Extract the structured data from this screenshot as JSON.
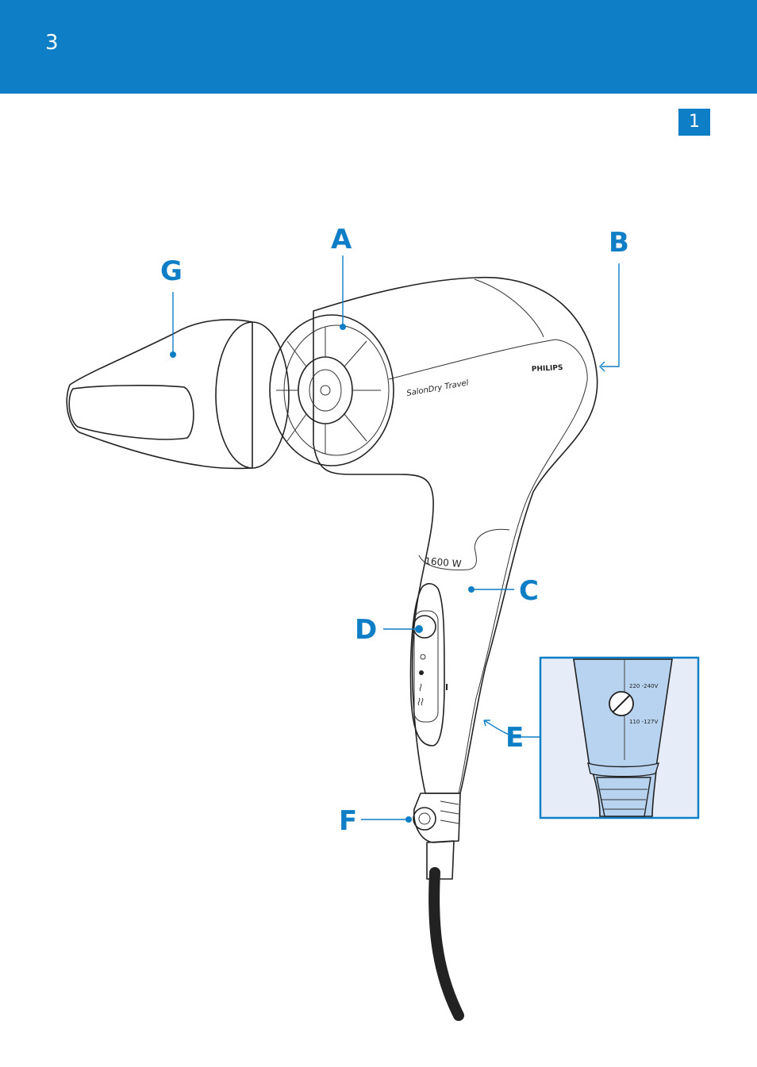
{
  "header": {
    "page_number": "3"
  },
  "figure": {
    "number": "1"
  },
  "product": {
    "brand": "PHILIPS",
    "model": "SalonDry Travel",
    "power": "1600 W"
  },
  "callouts": {
    "a": "A",
    "b": "B",
    "c": "C",
    "d": "D",
    "e": "E",
    "f": "F",
    "g": "G"
  },
  "inset": {
    "voltage_high": "220 -240V",
    "voltage_low": "110 -127V"
  },
  "colors": {
    "brand_blue": "#0e7fc6",
    "inset_fill": "#e6edf8",
    "inset_handle": "#b7d3f0"
  }
}
